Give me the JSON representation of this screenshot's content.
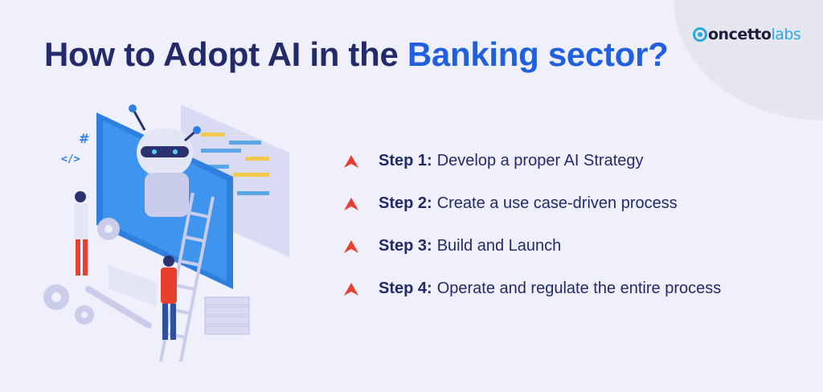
{
  "logo": {
    "c": "c",
    "main": "oncetto",
    "accent": "labs"
  },
  "title": {
    "prefix": "How to Adopt AI in the ",
    "highlight": "Banking sector?"
  },
  "steps": [
    {
      "label": "Step 1:",
      "text": "Develop a proper AI Strategy"
    },
    {
      "label": "Step 2:",
      "text": "Create a use case-driven process"
    },
    {
      "label": "Step 3:",
      "text": "Build and Launch"
    },
    {
      "label": "Step 4:",
      "text": "Operate and regulate the entire process"
    }
  ],
  "colors": {
    "title": "#232a6b",
    "highlight": "#1f5fe0",
    "bullet": "#e8402f",
    "logo_accent": "#2aa8e0",
    "background": "#eff0fb"
  }
}
